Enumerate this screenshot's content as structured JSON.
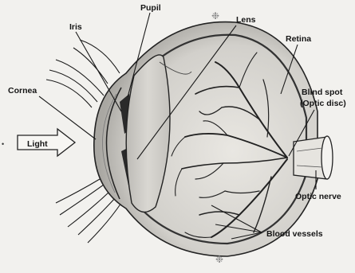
{
  "labels": {
    "pupil": "Pupil",
    "iris": "Iris",
    "lens": "Lens",
    "retina": "Retina",
    "cornea": "Cornea",
    "blind_spot_line1": "Blind spot",
    "blind_spot_line2": "(Optic disc)",
    "light": "Light",
    "optic_nerve": "Optic nerve",
    "blood_vessels": "Blood vessels"
  }
}
